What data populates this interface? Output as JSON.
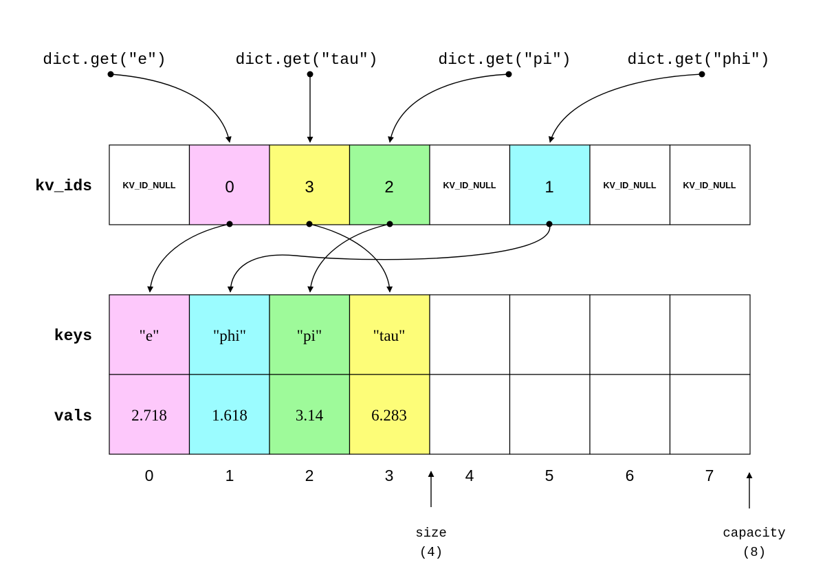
{
  "queries": [
    "dict.get(\"e\")",
    "dict.get(\"tau\")",
    "dict.get(\"pi\")",
    "dict.get(\"phi\")"
  ],
  "rows": {
    "kv_ids_label": "kv_ids",
    "keys_label": "keys",
    "vals_label": "vals"
  },
  "kv_ids": [
    "KV_ID_NULL",
    "0",
    "3",
    "2",
    "KV_ID_NULL",
    "1",
    "KV_ID_NULL",
    "KV_ID_NULL"
  ],
  "keys": [
    "\"e\"",
    "\"phi\"",
    "\"pi\"",
    "\"tau\"",
    "",
    "",
    "",
    ""
  ],
  "vals": [
    "2.718",
    "1.618",
    "3.14",
    "6.283",
    "",
    "",
    "",
    ""
  ],
  "indices": [
    "0",
    "1",
    "2",
    "3",
    "4",
    "5",
    "6",
    "7"
  ],
  "markers": {
    "size_label": "size",
    "size_value": "(4)",
    "capacity_label": "capacity",
    "capacity_value": "(8)"
  },
  "colors": {
    "e": "#fdc8fb",
    "phi": "#9bfcff",
    "pi": "#9efa9a",
    "tau": "#fdfd78",
    "empty": "#ffffff"
  }
}
